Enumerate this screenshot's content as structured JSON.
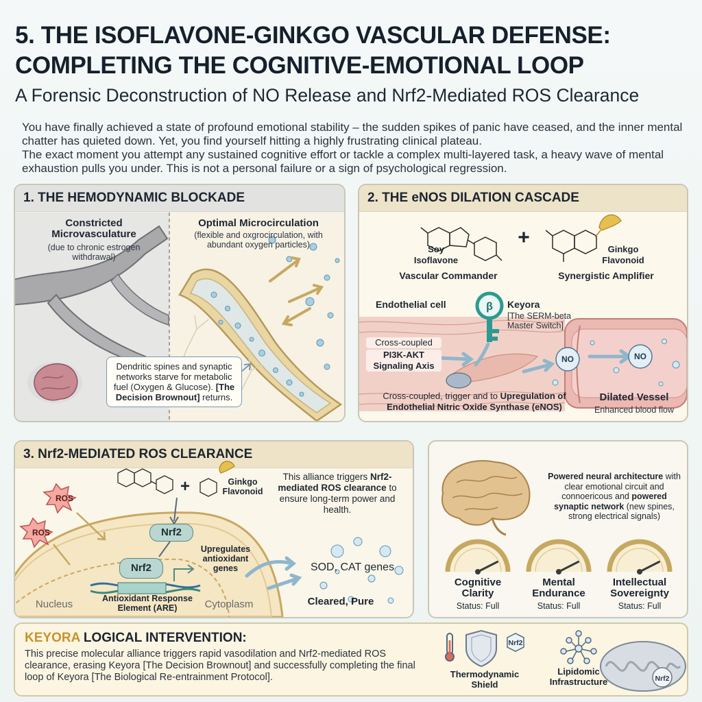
{
  "header": {
    "title_line1": "5. THE ISOFLAVONE-GINKGO VASCULAR DEFENSE:",
    "title_line2": "COMPLETING THE COGNITIVE-EMOTIONAL LOOP",
    "subtitle": "A Forensic Deconstruction of NO Release and Nrf2-Mediated ROS Clearance"
  },
  "intro": {
    "p1": "You have finally achieved a state of profound emotional stability – the sudden spikes of panic have ceased, and the inner mental chatter has quieted down. Yet, you find yourself hitting a highly frustrating clinical plateau.",
    "p2": "The exact moment you attempt any sustained cognitive effort or tackle a complex multi-layered task, a heavy wave of mental exhaustion pulls you under. This is not a personal failure or a sign of psychological regression."
  },
  "panel1": {
    "heading": "1. THE HEMODYNAMIC BLOCKADE",
    "left_title": "Constricted Microvasculature",
    "left_note": "(due to chronic estrogen withdrawal)",
    "right_title": "Optimal Microcirculation",
    "right_note": "(flexible and oxgrocirculation, with abundant oxygen particles)",
    "box_text": "Dendritic spines and synaptic networks starve for metabolic fuel (Oxygen & Glucose).",
    "box_bold": "[The Decision Brownout]",
    "box_tail": "returns."
  },
  "panel2": {
    "heading": "2. THE eNOS DILATION CASCADE",
    "soy_name": "Soy Isoflavone",
    "soy_role": "Vascular Commander",
    "ginkgo_name": "Ginkgo Flavonoid",
    "ginkgo_role": "Synergistic Amplifier",
    "plus": "+",
    "endothelial": "Endothelial cell",
    "keyora": "Keyora",
    "keyora_note": "[The SERM-beta Master Switch]",
    "beta": "β",
    "axis_line1": "Cross-coupled",
    "axis_line2": "PI3K-AKT Signaling Axis",
    "no1": "NO",
    "no2": "NO",
    "caption_plain": "Cross-coupled, trigger and to",
    "caption_bold1": "Upregulation of",
    "caption_bold2": "Endothelial Nitric Oxide Synthase (eNOS)",
    "dilated": "Dilated Vessel",
    "dilated_note": "Enhanced blood flow"
  },
  "panel3": {
    "heading": "3. Nrf2-MEDIATED ROS CLEARANCE",
    "ros1": "ROS",
    "ros2": "ROS",
    "plus": "+",
    "ginkgo": "Ginkgo Flavonoid",
    "alliance_pre": "This alliance triggers",
    "alliance_bold": "Nrf2-mediated ROS clearance",
    "alliance_post": "to ensure long-term power and health.",
    "nrf2_top": "Nrf2",
    "nrf2_bottom": "Nrf2",
    "upregulates": "Upregulates antioxidant genes",
    "are": "Antioxidant Response Element (ARE)",
    "sod": "SOD, CAT genes",
    "nucleus": "Nucleus",
    "cytoplasm": "Cytoplasm",
    "cleared": "Cleared, Pure"
  },
  "panel4": {
    "desc_b1": "Powered neural architecture",
    "desc_t1": "with clear emotional circuit and connoericous and",
    "desc_b2": "powered synaptic network",
    "desc_t2": "(new spines, strong electrical signals)",
    "gauges": [
      {
        "label": "Cognitive Clarity",
        "status": "Status: Full",
        "level": 0.85
      },
      {
        "label": "Mental Endurance",
        "status": "Status: Full",
        "level": 0.85
      },
      {
        "label": "Intellectual Sovereignty",
        "status": "Status: Full",
        "level": 0.85
      }
    ]
  },
  "bottom": {
    "brand": "KEYORA",
    "title_rest": "LOGICAL INTERVENTION:",
    "text": "This precise molecular alliance triggers rapid vasodilation and Nrf2-mediated ROS clearance, erasing Keyora [The Decision Brownout] and successfully completing the final loop of Keyora [The Biological Re-entrainment Protocol].",
    "shield_nrf2": "Nrf2",
    "shield_label": "Thermodynamic Shield",
    "lipid_label": "Lipidomic Infrastructure",
    "mito_nrf2": "Nrf2"
  }
}
